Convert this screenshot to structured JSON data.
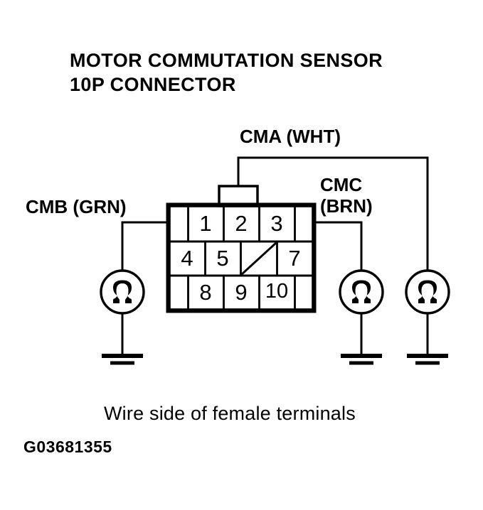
{
  "title": {
    "line1": "MOTOR COMMUTATION SENSOR",
    "line2": "10P CONNECTOR"
  },
  "labels": {
    "cmb": "CMB (GRN)",
    "cma": "CMA (WHT)",
    "cmc_line1": "CMC",
    "cmc_line2": "(BRN)"
  },
  "connector": {
    "pin_count": "10P",
    "rows": [
      {
        "cells": [
          {
            "type": "blank",
            "label": ""
          },
          {
            "type": "pin",
            "label": "1"
          },
          {
            "type": "pin",
            "label": "2"
          },
          {
            "type": "pin",
            "label": "3"
          },
          {
            "type": "blank",
            "label": ""
          }
        ]
      },
      {
        "cells": [
          {
            "type": "pin",
            "label": "4"
          },
          {
            "type": "pin",
            "label": "5"
          },
          {
            "type": "blocked",
            "label": ""
          },
          {
            "type": "pin",
            "label": "7"
          }
        ]
      },
      {
        "cells": [
          {
            "type": "blank",
            "label": ""
          },
          {
            "type": "pin",
            "label": "8"
          },
          {
            "type": "pin",
            "label": "9"
          },
          {
            "type": "pin",
            "label": "10"
          },
          {
            "type": "blank",
            "label": ""
          }
        ]
      }
    ]
  },
  "meters": [
    {
      "name": "ohmmeter-cmb",
      "symbol": "Ω"
    },
    {
      "name": "ohmmeter-cmc",
      "symbol": "Ω"
    },
    {
      "name": "ohmmeter-cma",
      "symbol": "Ω"
    }
  ],
  "caption": "Wire side of female terminals",
  "figure_id": "G03681355",
  "colors": {
    "ink": "#000000",
    "background": "#ffffff"
  }
}
